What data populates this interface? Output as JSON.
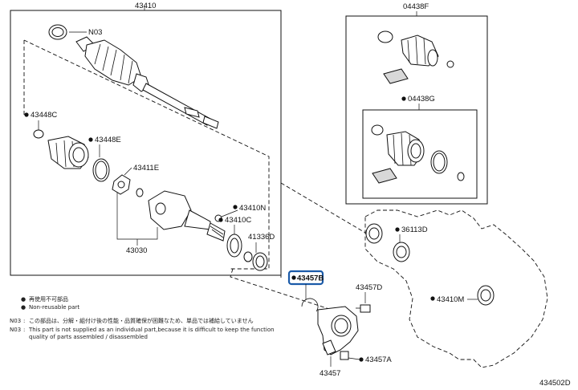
{
  "labels": {
    "main_assembly": "43410",
    "boot_kit": "04438F",
    "n03": "N03",
    "p43448C": "43448C",
    "p43448E": "43448E",
    "p43411E": "43411E",
    "p43030": "43030",
    "p43410N": "43410N",
    "p43410C": "43410C",
    "p41336D": "41336D",
    "p04438G": "04438G",
    "p36113D": "36113D",
    "p43410M": "43410M",
    "p43457B": "43457B",
    "p43457D": "43457D",
    "p43457A": "43457A",
    "p43457": "43457",
    "figure_code": "434502D"
  },
  "legend": {
    "jp_nonreusable": "再使用不可部品",
    "en_nonreusable": "Non-reusable part",
    "n03_key": "N03",
    "n03_jp": "この部品は、分解・組付け後の性能・品質確保が困難なため、単品では補給していません",
    "n03_en_line1": "This part is not supplied as an individual part,because it is difficult to keep the function",
    "n03_en_line2": "quality of parts assembled / disassembled"
  },
  "colors": {
    "highlight": "#1a5aa8",
    "ink": "#111111"
  }
}
